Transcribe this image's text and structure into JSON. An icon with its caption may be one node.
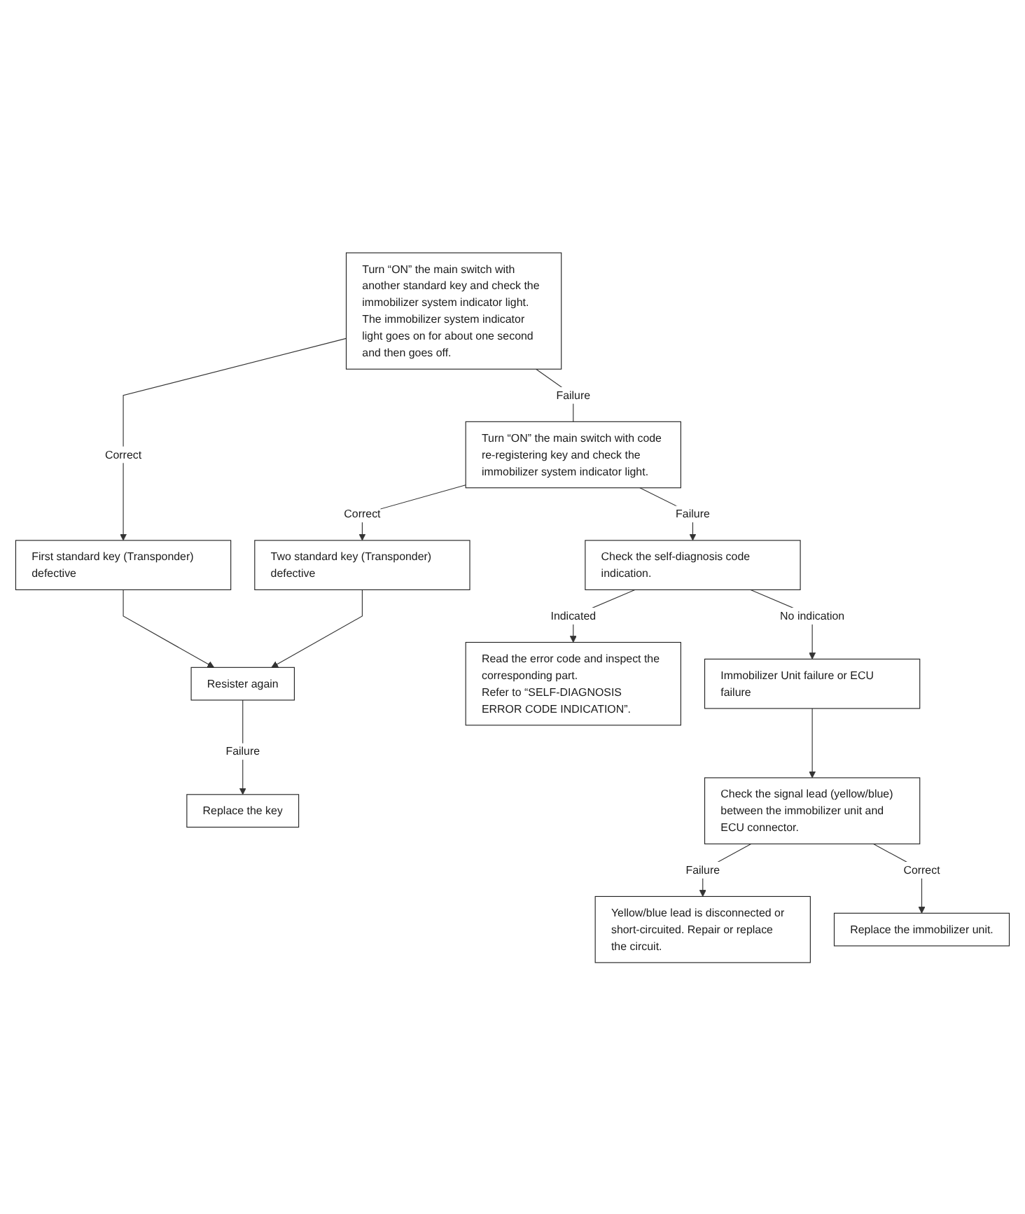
{
  "diagram": {
    "nodes": [
      {
        "text": [
          "Turn “ON” the main switch with another standard key and check the immobilizer system indicator light. The immobilizer system indicator light goes on for about one second and then goes off."
        ]
      },
      {
        "text": [
          "First standard key (Transponder) defective"
        ]
      },
      {
        "text": [
          "Turn “ON” the main switch with code re-registering key and check the immobilizer system indicator light."
        ]
      },
      {
        "text": [
          "Two standard key (Transponder) defective"
        ]
      },
      {
        "text": [
          "Resister again"
        ]
      },
      {
        "text": [
          "Replace the key"
        ]
      },
      {
        "text": [
          "Check the self-diagnosis code indication."
        ]
      },
      {
        "text": [
          "Read the error code and inspect the corresponding part.",
          "Refer to “SELF-DIAGNOSIS ERROR CODE INDICATION”."
        ]
      },
      {
        "text": [
          "Immobilizer Unit failure or ECU failure"
        ]
      },
      {
        "text": [
          "Check the signal lead (yellow/blue) between the immobilizer unit and ECU connector."
        ]
      },
      {
        "text": [
          "Yellow/blue lead is disconnected or short-circuited. Repair or replace the circuit."
        ]
      },
      {
        "text": [
          "Replace the immobilizer unit."
        ]
      }
    ],
    "edges": [
      {
        "from": 0,
        "to": 1,
        "arrow": "to",
        "label": "Correct"
      },
      {
        "from": 0,
        "to": 2,
        "arrow": "none",
        "label": "Failure"
      },
      {
        "from": 1,
        "to": 4,
        "arrow": "to"
      },
      {
        "from": 2,
        "to": 3,
        "arrow": "to",
        "label": "Correct"
      },
      {
        "from": 3,
        "to": 4,
        "arrow": "to"
      },
      {
        "from": 4,
        "to": 5,
        "arrow": "to",
        "label": "Failure"
      },
      {
        "from": 2,
        "to": 6,
        "arrow": "to",
        "label": "Failure"
      },
      {
        "from": 6,
        "to": 7,
        "arrow": "to",
        "label": "Indicated"
      },
      {
        "from": 6,
        "to": 8,
        "arrow": "to",
        "label": "No indication"
      },
      {
        "from": 8,
        "to": 9,
        "arrow": "to"
      },
      {
        "from": 9,
        "to": 10,
        "arrow": "to",
        "label": "Failure"
      },
      {
        "from": 9,
        "to": 11,
        "arrow": "to",
        "label": "Correct"
      }
    ]
  }
}
